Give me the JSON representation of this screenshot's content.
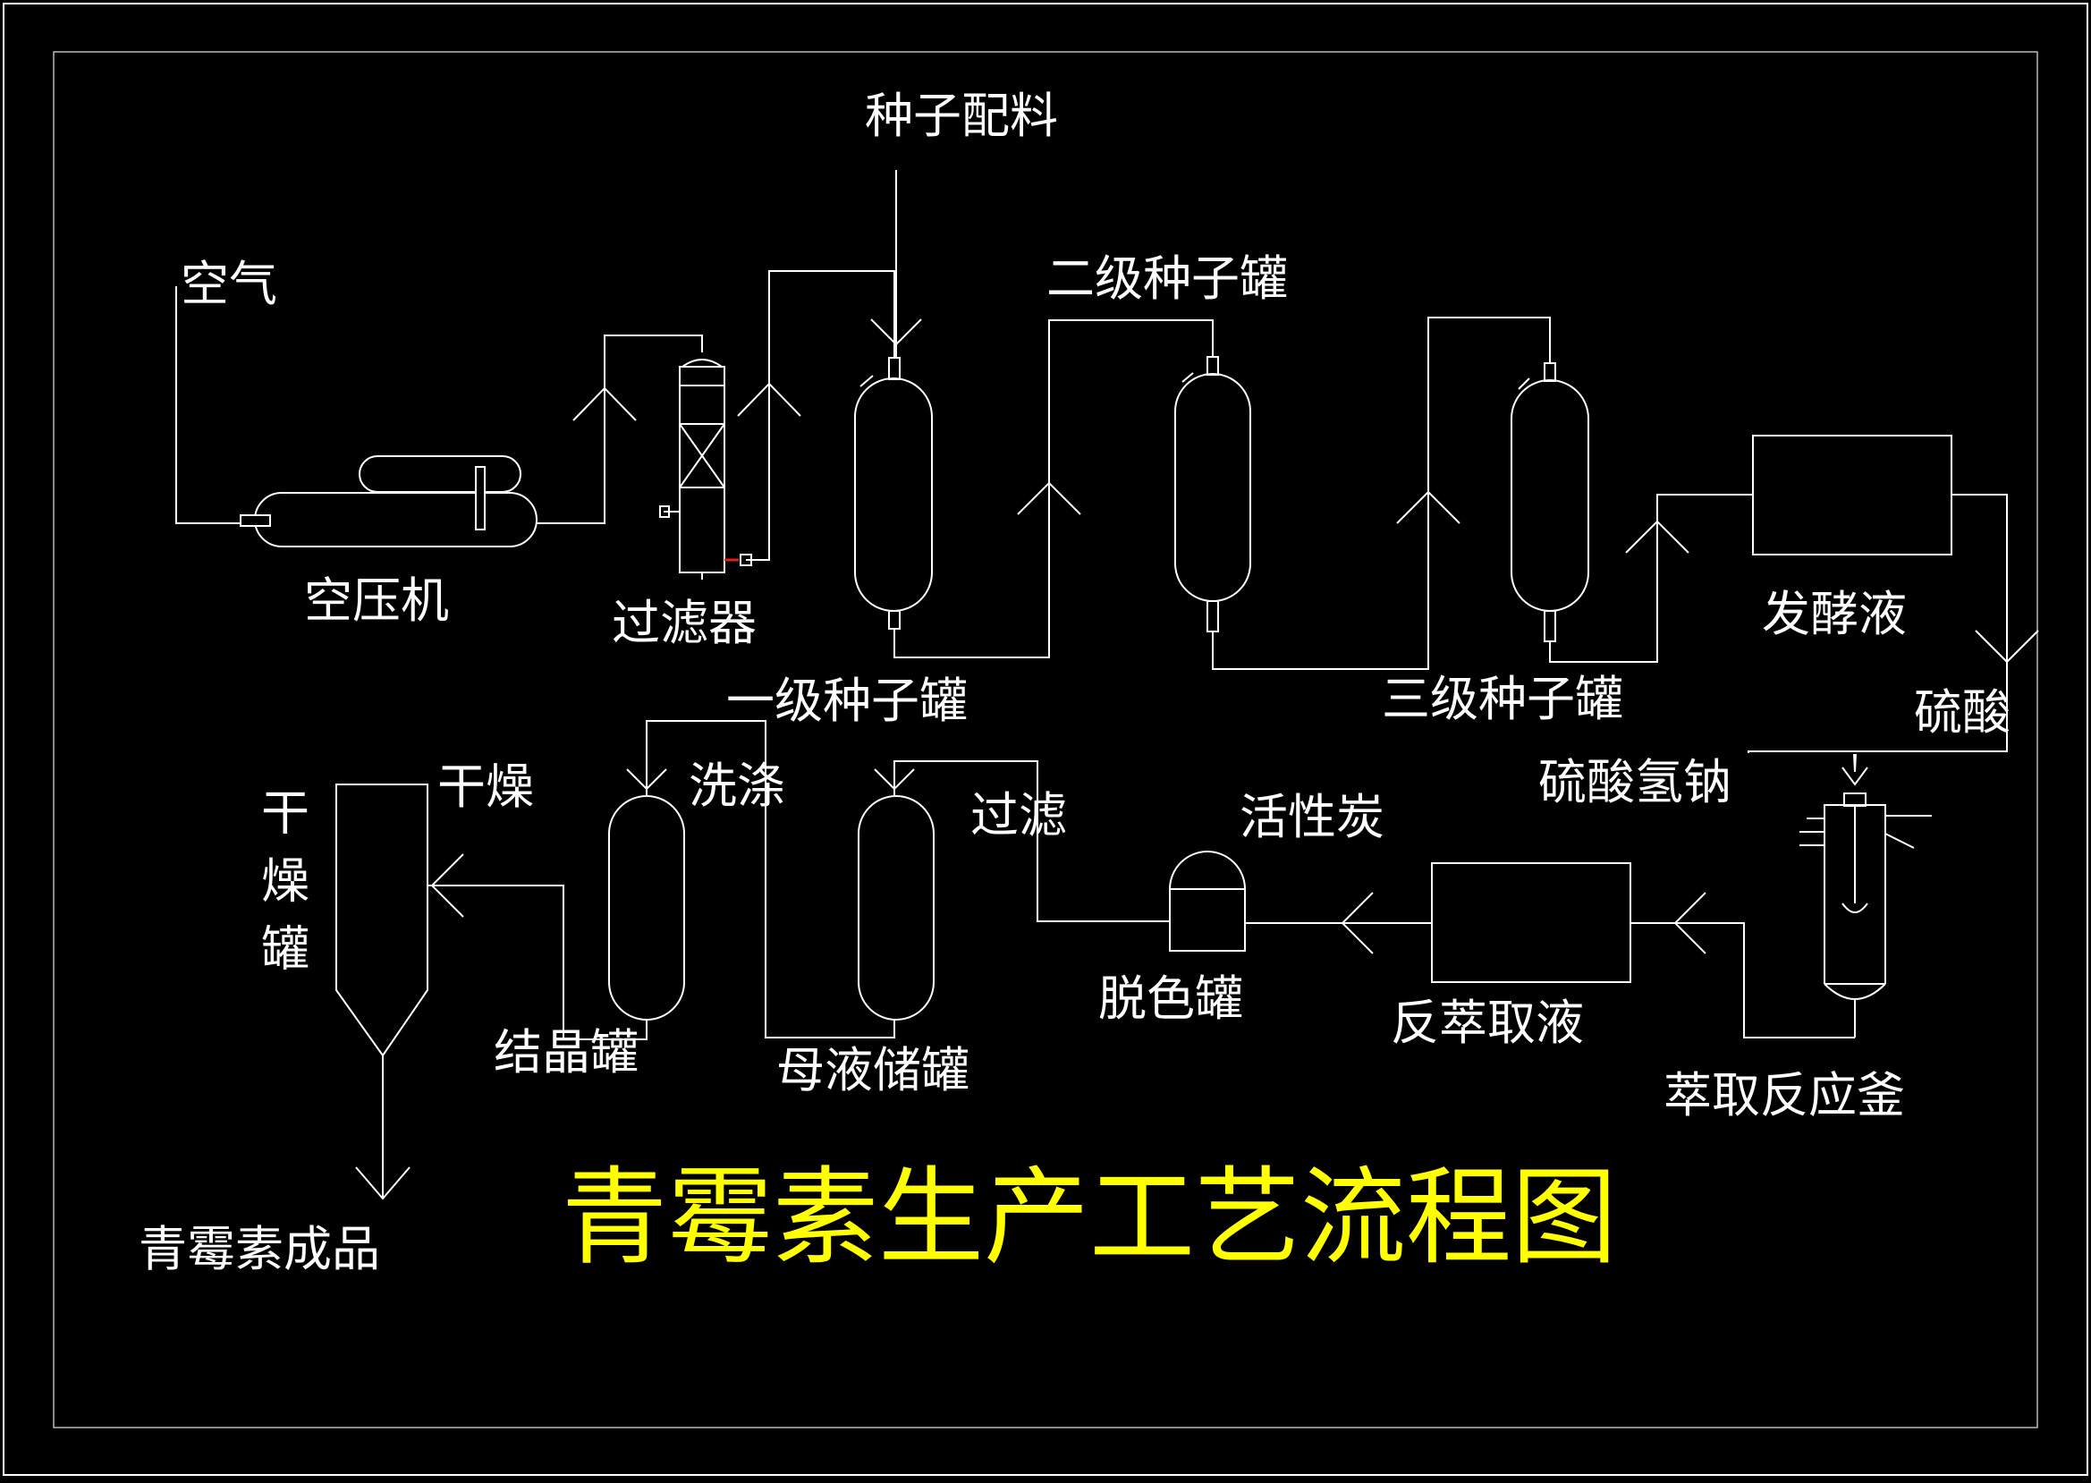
{
  "colors": {
    "background": "#000000",
    "line": "#ffffff",
    "title": "#ffff00",
    "accent": "#e02020"
  },
  "title": "青霉素生产工艺流程图",
  "labels": {
    "seed_feed": "种子配料",
    "air": "空气",
    "compressor": "空压机",
    "filter": "过滤器",
    "seed_tank_1": "一级种子罐",
    "seed_tank_2": "二级种子罐",
    "seed_tank_3": "三级种子罐",
    "ferment_broth": "发酵液",
    "sulfuric_acid": "硫酸",
    "sodium_bisulfate": "硫酸氢钠",
    "extraction_reactor": "萃取反应釜",
    "back_extract": "反萃取液",
    "activated_carbon": "活性炭",
    "decolor_tank": "脱色罐",
    "filtration": "过滤",
    "mother_liquor_tank": "母液储罐",
    "washing": "洗涤",
    "crystallizer": "结晶罐",
    "drying": "干燥",
    "dryer_tank": "干燥罐",
    "product": "青霉素成品"
  }
}
